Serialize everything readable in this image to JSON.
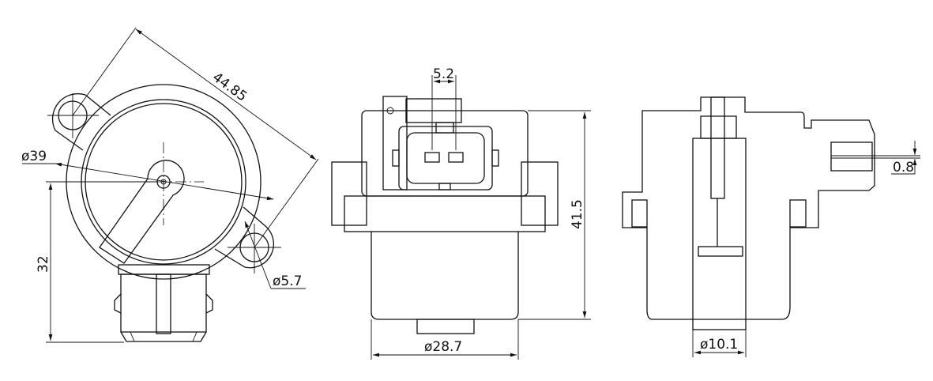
{
  "title": "Sensor technical drawing",
  "views": {
    "front": {
      "dim_span": "44.85",
      "dim_body_diameter": "ø39",
      "dim_height": "32",
      "dim_hole": "ø5.7"
    },
    "side": {
      "dim_pin_pitch": "5.2",
      "dim_height": "41.5",
      "dim_body_diameter": "ø28.7"
    },
    "section": {
      "dim_gap": "0.8",
      "dim_bore": "ø10.1"
    }
  }
}
